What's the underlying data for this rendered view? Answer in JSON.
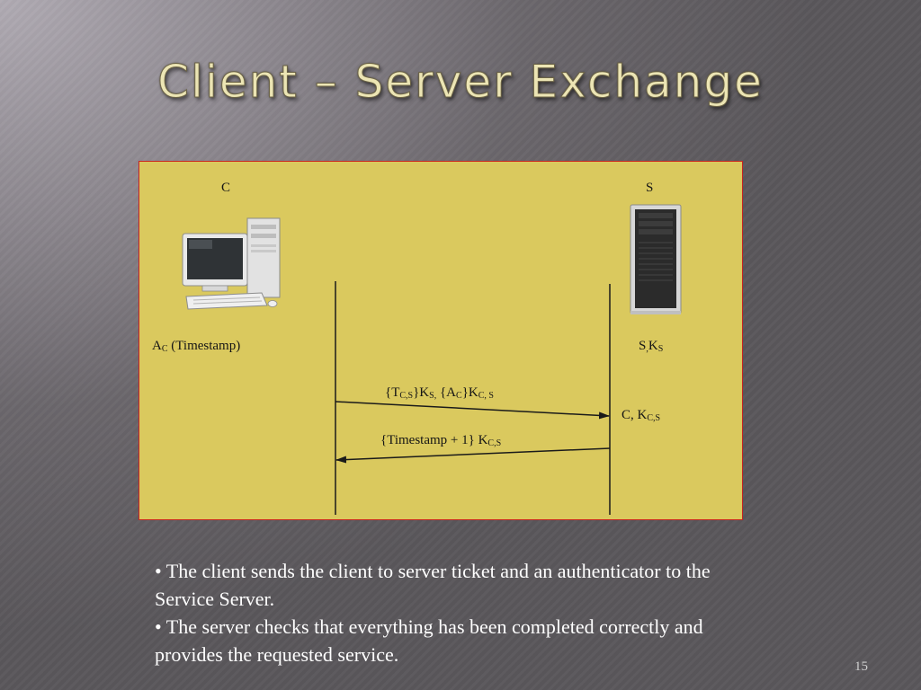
{
  "slide": {
    "title": "Client – Server Exchange",
    "page_number": "15"
  },
  "diagram": {
    "client_label": "C",
    "server_label": "S",
    "client_icon": "desktop-computer-icon",
    "server_icon": "tower-server-icon",
    "client_info": {
      "base": "A",
      "sub": "C",
      "rest": " (Timestamp)"
    },
    "server_info": {
      "s": "S",
      "comma": ",",
      "k": "K",
      "k_sub": "S"
    },
    "message_1": {
      "part1": "{T",
      "sub1": "C,S",
      "part2": "}K",
      "sub2": "S,",
      "part3": " {A",
      "sub3": "C",
      "part4": "}K",
      "sub4": "C, S"
    },
    "server_receives": {
      "c": "C,  K",
      "sub": "C,S"
    },
    "message_2": {
      "text": "{Timestamp + 1} K",
      "sub": "C,S"
    },
    "colors": {
      "background": "#dac95e",
      "border": "#c8231f",
      "line": "#1a1a1a"
    }
  },
  "bullets": [
    "• The client sends the client to server ticket and an authenticator to the Service Server.",
    "• The server checks that everything has been completed correctly and provides the requested service."
  ]
}
